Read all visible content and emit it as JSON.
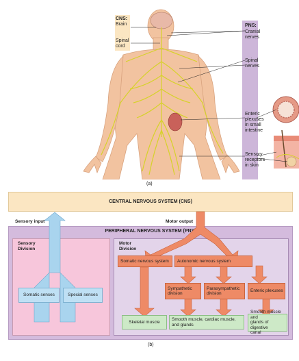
{
  "figure_a": {
    "cns_title": "CNS:",
    "brain": "Brain",
    "spinal_cord": "Spinal\ncord",
    "pns_title": "PNS:",
    "cranial_nerves": "Cranial\nnerves",
    "spinal_nerves": "Spinal\nnerves",
    "enteric": "Enteric\nplexuses\nin small\nintestine",
    "sensory_receptors": "Sensory\nreceptors\nin skin",
    "caption": "(a)"
  },
  "figure_b": {
    "cns_box": "CENTRAL NERVOUS SYSTEM (CNS)",
    "sensory_input": "Sensory input",
    "motor_output": "Motor output",
    "pns_box": "PERIPHERAL NERVOUS SYSTEM (PNS)",
    "sensory_division": "Sensory\nDivision",
    "motor_division": "Motor\nDivision",
    "somatic_senses": "Somatic senses",
    "special_senses": "Special senses",
    "somatic_ns": "Somatic nervous system",
    "autonomic_ns": "Autonomic nervous system",
    "sympathetic": "Sympathetic\ndivision",
    "parasympathetic": "Parasympathetic\ndivision",
    "enteric_plexuses": "Enteric plexuses",
    "skeletal_muscle": "Skeletal muscle",
    "smooth_cardiac": "Smooth muscle, cardiac muscle,\nand glands",
    "smooth_digestive": "Smooth muscle and\nglands of digestive\ncanal",
    "caption": "(b)"
  },
  "colors": {
    "cns_fill": "#fbe6c2",
    "pns_fill": "#d4bbdd",
    "sensory_fill": "#f7c6db",
    "motor_fill": "#e3d4ea",
    "arrow_orange": "#ee8a66",
    "arrow_blue": "#a9d4ee",
    "box_blue": "#bfe0f4",
    "box_green": "#cde9c7",
    "nerve_yellow": "#d6d22a",
    "skin": "#f2c3a0"
  }
}
